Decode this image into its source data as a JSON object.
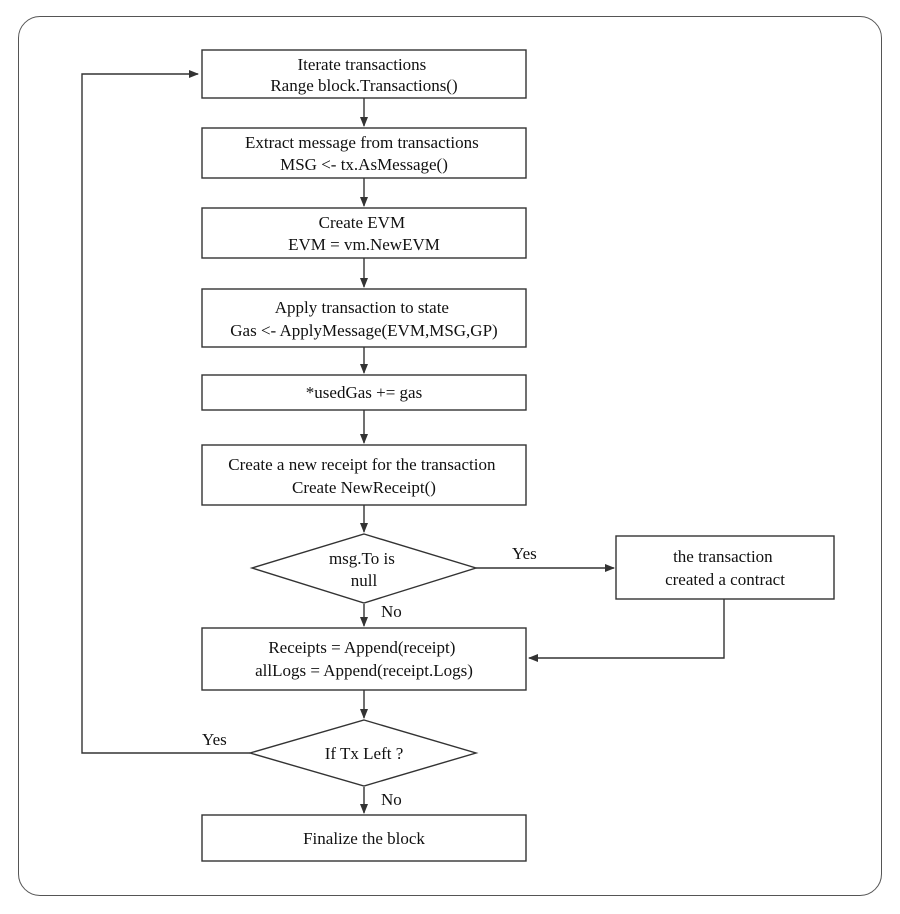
{
  "nodes": {
    "iterate": {
      "lines": [
        "Iterate transactions",
        "Range block.Transactions()"
      ]
    },
    "extract": {
      "lines": [
        "Extract message from transactions",
        "MSG <- tx.AsMessage()"
      ]
    },
    "create_evm": {
      "lines": [
        "Create EVM",
        "EVM = vm.NewEVM"
      ]
    },
    "apply": {
      "lines": [
        "Apply transaction to state",
        "Gas <- ApplyMessage(EVM,MSG,GP)"
      ]
    },
    "used_gas": {
      "lines": [
        "*usedGas += gas"
      ]
    },
    "receipt": {
      "lines": [
        "Create a new receipt for the transaction",
        "Create NewReceipt()"
      ]
    },
    "decision_to_null": {
      "lines": [
        "msg.To is",
        "null"
      ]
    },
    "contract": {
      "lines": [
        "the transaction",
        "created a contract"
      ]
    },
    "append": {
      "lines": [
        "Receipts = Append(receipt)",
        "allLogs = Append(receipt.Logs)"
      ]
    },
    "decision_tx_left": {
      "lines": [
        "If Tx Left ?"
      ]
    },
    "finalize": {
      "lines": [
        "Finalize the block"
      ]
    }
  },
  "edge_labels": {
    "to_null_yes": "Yes",
    "to_null_no": "No",
    "tx_left_yes": "Yes",
    "tx_left_no": "No"
  }
}
